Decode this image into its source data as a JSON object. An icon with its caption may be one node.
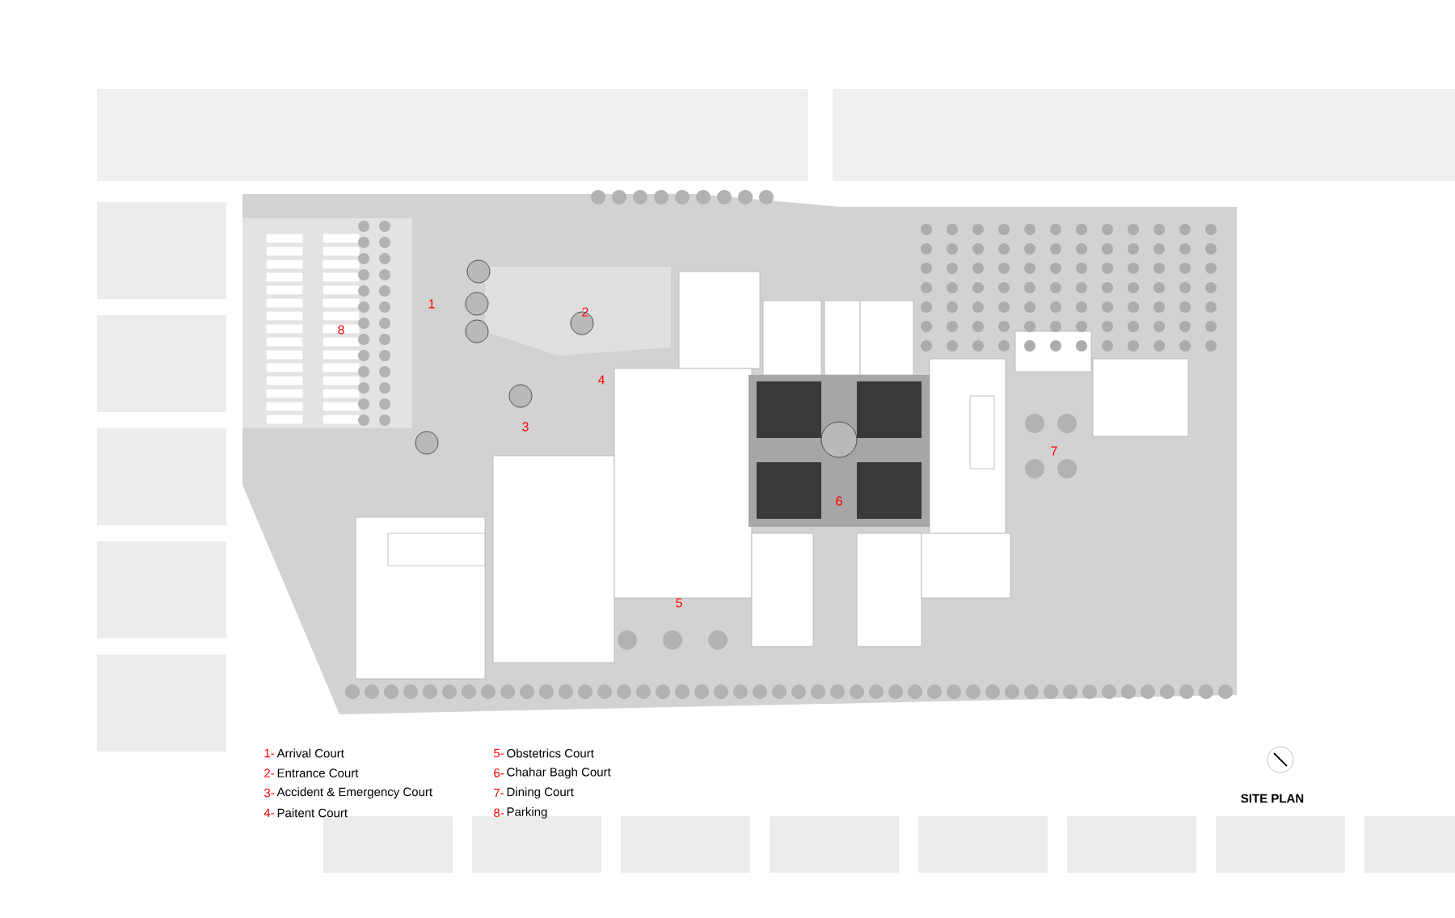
{
  "diagram": {
    "title": "SITE PLAN",
    "labels": [
      "1",
      "2",
      "8",
      "4",
      "3",
      "6",
      "7",
      "5",
      "1-",
      "Arrival Court",
      "2-",
      "Entrance Court",
      "3-",
      "Accident & Emergency Court",
      "4-",
      "Paitent Court",
      "5-",
      "Obstetrics Court",
      "6-",
      "Chahar Bagh Court",
      "7-",
      "Dining Court",
      "8-",
      "Parking"
    ]
  }
}
